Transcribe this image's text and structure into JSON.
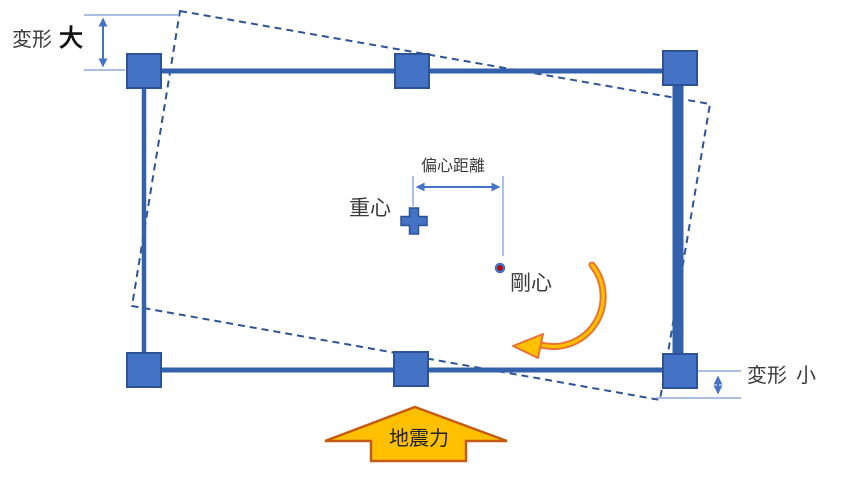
{
  "diagram": {
    "type": "seismic-eccentricity-plan-diagram",
    "labels": {
      "deformation_large": {
        "prefix": "変形",
        "suffix": "大"
      },
      "deformation_small": {
        "prefix": "変形",
        "suffix": "小"
      },
      "center_of_gravity": "重心",
      "center_of_rigidity": "剛心",
      "eccentric_distance": "偏心距離",
      "seismic_force": "地震力"
    },
    "markers": {
      "center_of_gravity_marker": "plus-cross-marker",
      "center_of_rigidity_marker": "red-dot-marker",
      "rotation_arrow": "clockwise-curved-arrow",
      "seismic_force_arrow": "upward-block-arrow",
      "deformation_arrows": "double-headed-dimension-arrows"
    },
    "colors": {
      "frame_blue": "#3361AC",
      "column_fill": "#4472C4",
      "column_border": "#2E5395",
      "deformed_outline": "#2F5496",
      "dimension_blue": "#4472C4",
      "extension_line": "#8FAADC",
      "rigidity_dot_red": "#C00000",
      "block_arrow_fill": "#FFC000",
      "block_arrow_border": "#C55A11",
      "rotation_arrow_stroke": "#E97132",
      "text": "#3B3B3B"
    },
    "geometry_notes": {
      "deformed_outline_rotation_deg": 10,
      "rotation_center": "center_of_rigidity"
    }
  }
}
